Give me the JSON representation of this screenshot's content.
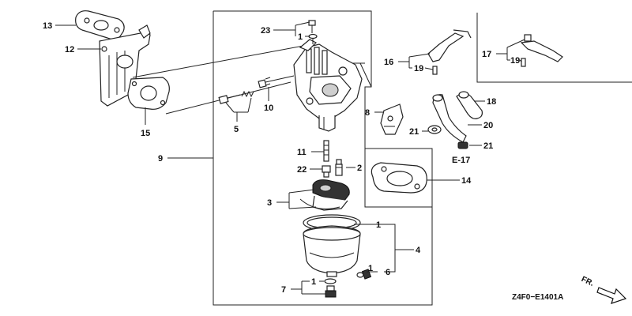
{
  "callouts": {
    "c1a": "1",
    "c1b": "1",
    "c1c": "1",
    "c1d": "1",
    "c2": "2",
    "c3": "3",
    "c4": "4",
    "c5": "5",
    "c6": "6",
    "c7": "7",
    "c8": "8",
    "c9": "9",
    "c10": "10",
    "c11": "11",
    "c12": "12",
    "c13": "13",
    "c14": "14",
    "c15": "15",
    "c16": "16",
    "c17": "17",
    "c18": "18",
    "c19a": "19",
    "c19b": "19",
    "c20": "20",
    "c21a": "21",
    "c21b": "21",
    "c22": "22",
    "c23": "23"
  },
  "reference": "E-17",
  "diagram_code": "Z4F0−E1401A",
  "direction_label": "FR."
}
